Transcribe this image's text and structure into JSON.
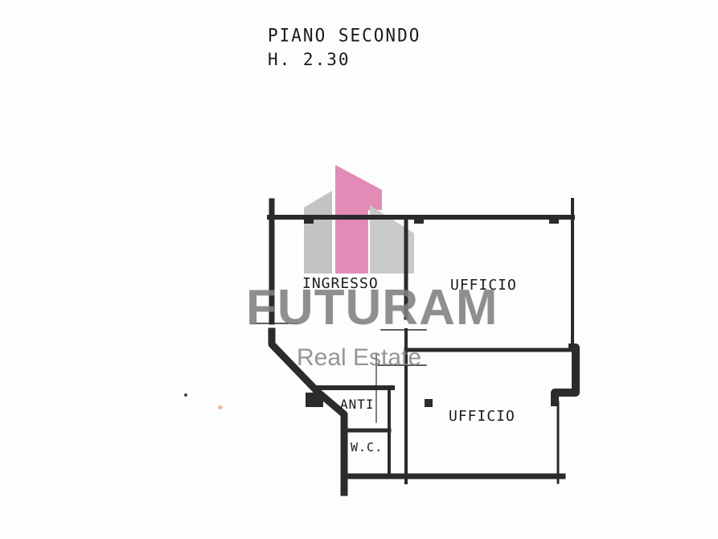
{
  "header": {
    "title": "PIANO SECONDO",
    "height_label": "H. 2.30"
  },
  "rooms": [
    {
      "label": "INGRESSO"
    },
    {
      "label": "UFFICIO"
    },
    {
      "label": "UFFICIO"
    },
    {
      "label": "ANTI"
    },
    {
      "label": "W.C."
    }
  ],
  "watermark": {
    "brand": "FUTURAM",
    "tagline": "Real Estate",
    "colors": {
      "accent": "#e07fb0",
      "gray": "#bdbdbd",
      "text": "#808080"
    }
  },
  "colors": {
    "wall": "#2b2b2b",
    "background": "#fdfdfd"
  }
}
